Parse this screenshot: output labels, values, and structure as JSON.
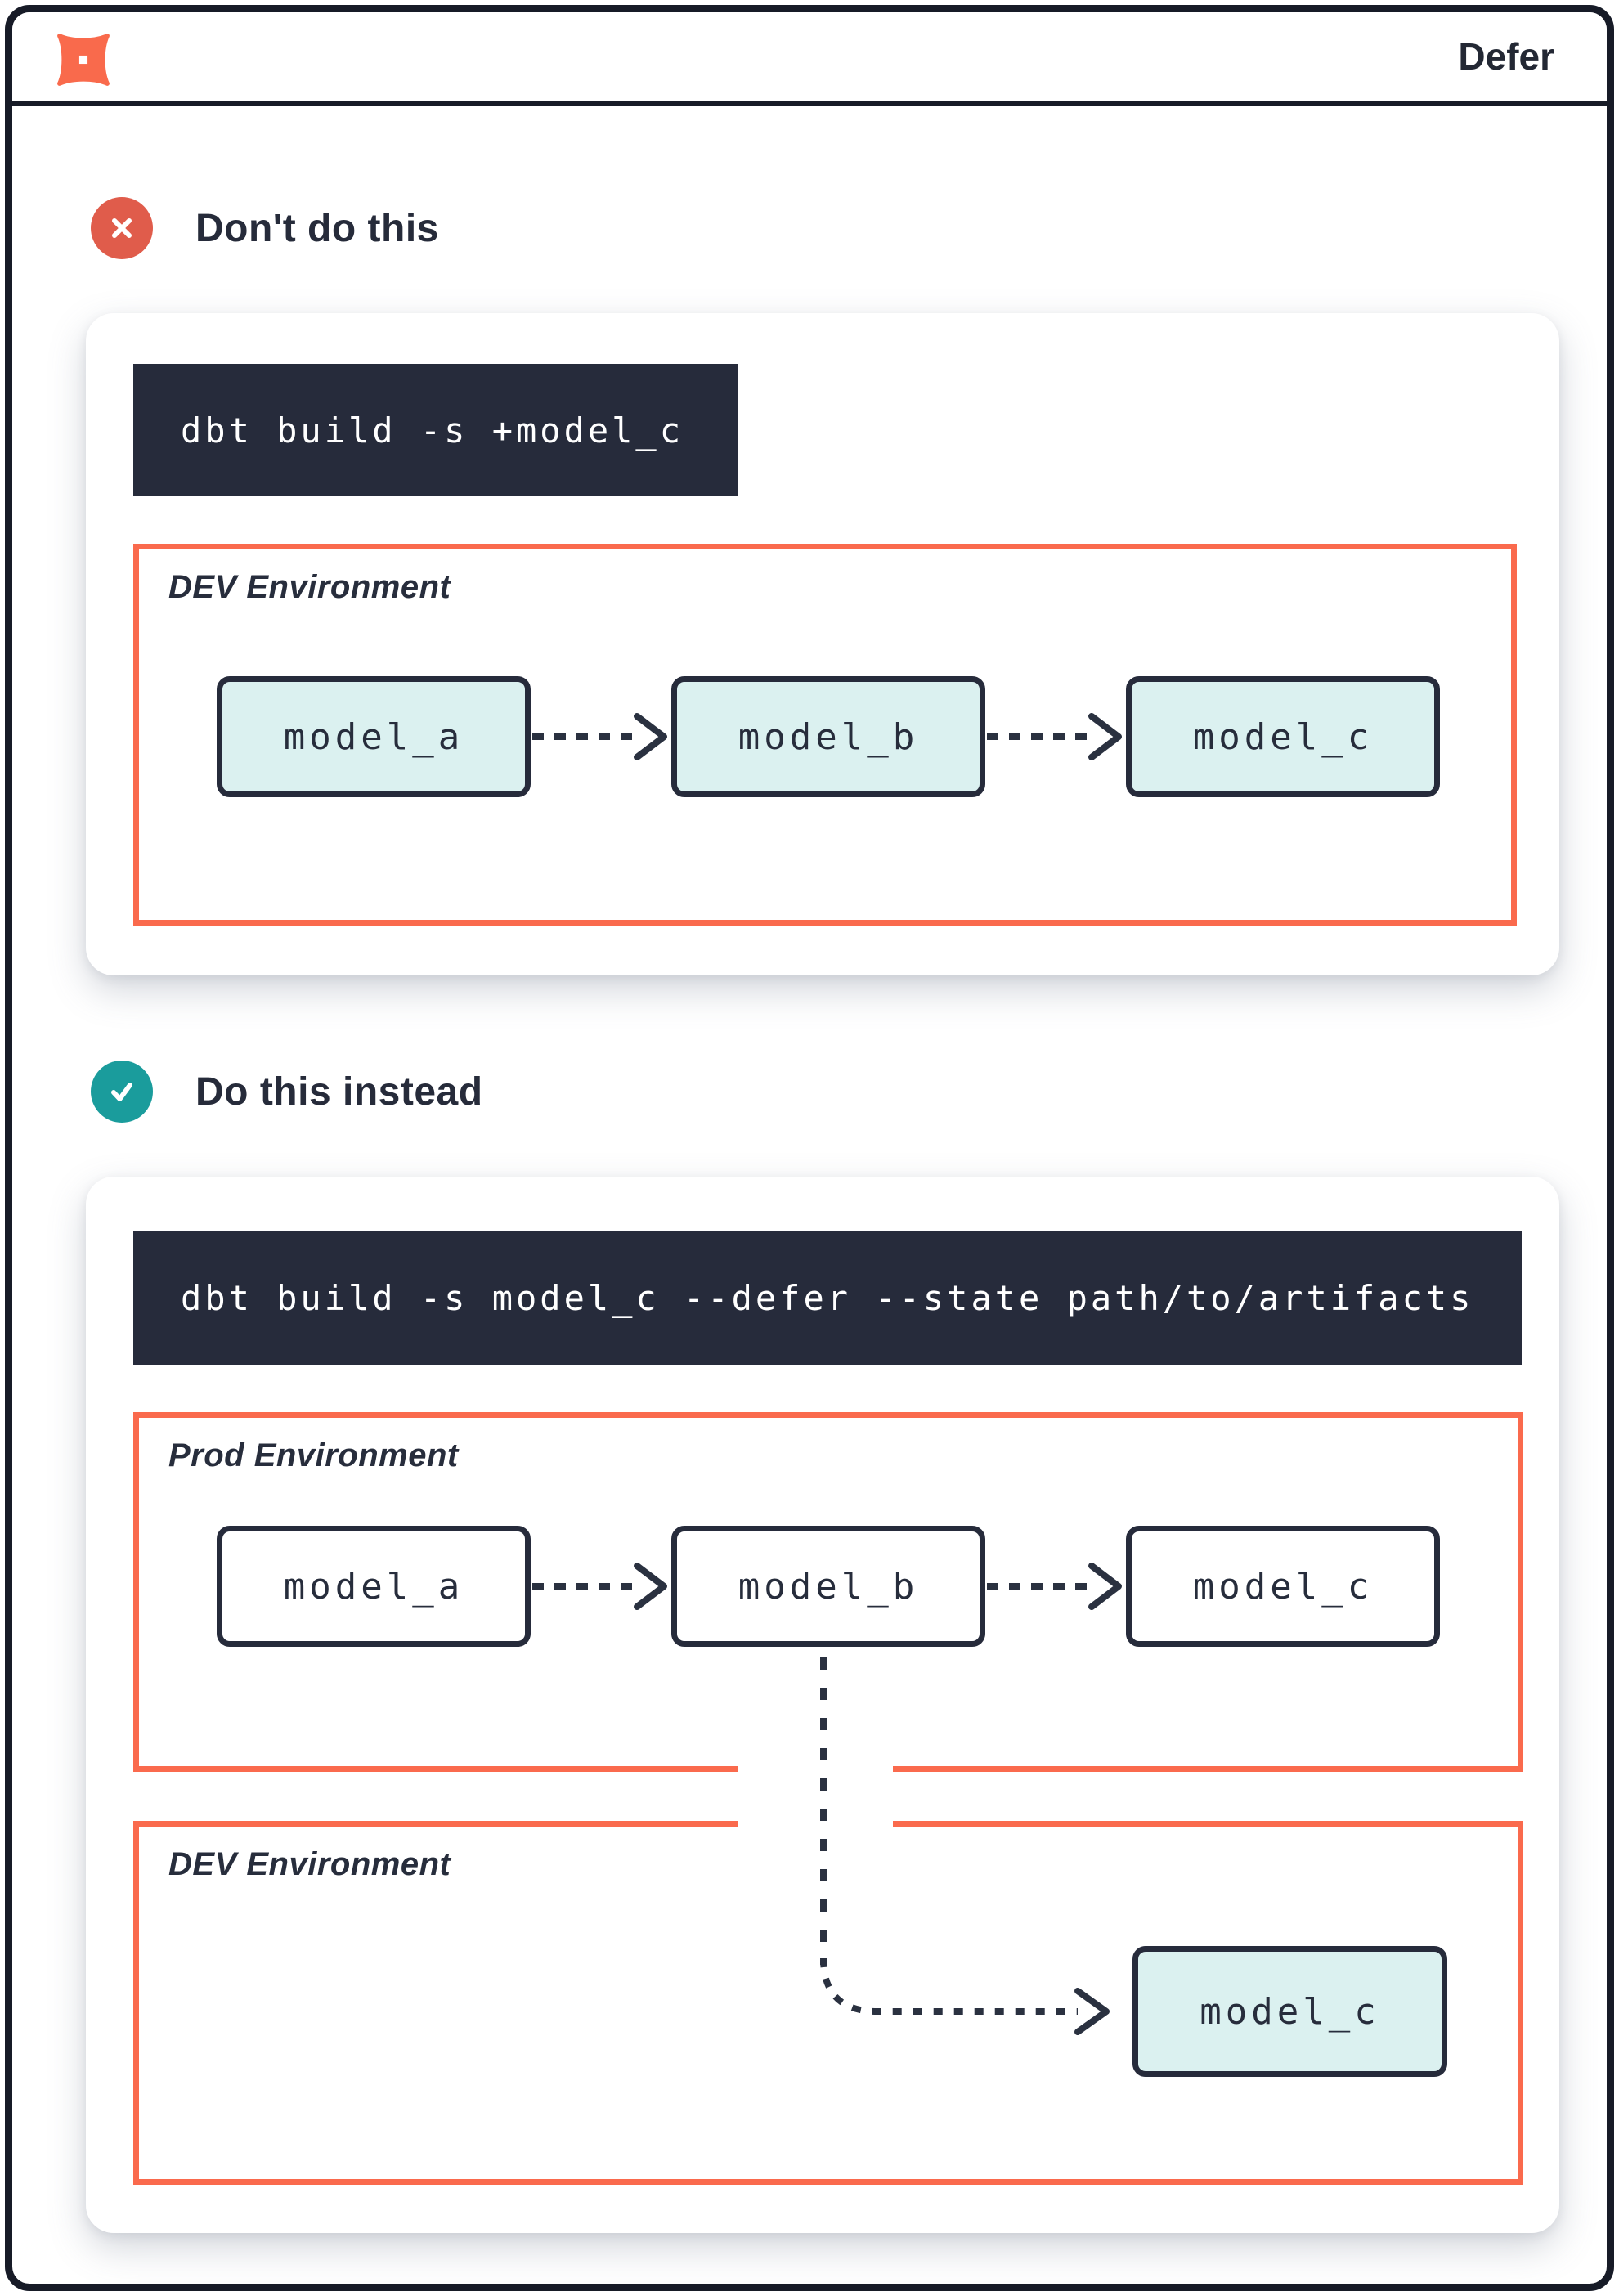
{
  "header": {
    "title": "Defer",
    "logo": "dbt-logo"
  },
  "colors": {
    "accent_orange": "#FA6A4D",
    "navy": "#262B3B",
    "error_red": "#E05C4B",
    "success_teal": "#1A9C9C",
    "model_fill_teal": "#DBF1F0"
  },
  "sections": [
    {
      "heading": "Don't do this",
      "icon": "x-circle-icon",
      "command": "dbt build -s +model_c",
      "environments": [
        {
          "label": "DEV Environment",
          "models": [
            {
              "name": "model_a"
            },
            {
              "name": "model_b"
            },
            {
              "name": "model_c"
            }
          ]
        }
      ]
    },
    {
      "heading": "Do this instead",
      "icon": "check-circle-icon",
      "command": "dbt build -s model_c --defer --state path/to/artifacts",
      "environments": [
        {
          "label": "Prod Environment",
          "models": [
            {
              "name": "model_a"
            },
            {
              "name": "model_b"
            },
            {
              "name": "model_c"
            }
          ]
        },
        {
          "label": "DEV Environment",
          "models": [
            {
              "name": "model_c"
            }
          ]
        }
      ]
    }
  ]
}
